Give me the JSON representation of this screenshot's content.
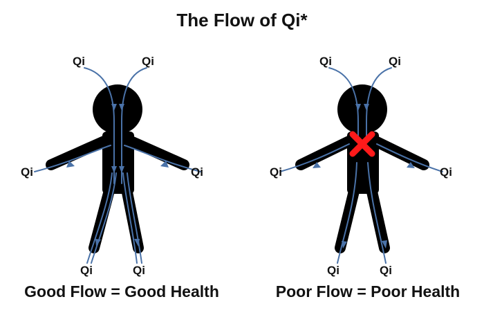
{
  "title": "The Flow of Qi*",
  "qi_label": "Qi",
  "left_figure": {
    "caption": "Good Flow = Good Health",
    "state": "good"
  },
  "right_figure": {
    "caption": "Poor Flow = Poor Health",
    "state": "blocked"
  },
  "colors": {
    "body": "#000000",
    "flow": "#4a72a8",
    "blocker": "#ff1a1a"
  }
}
